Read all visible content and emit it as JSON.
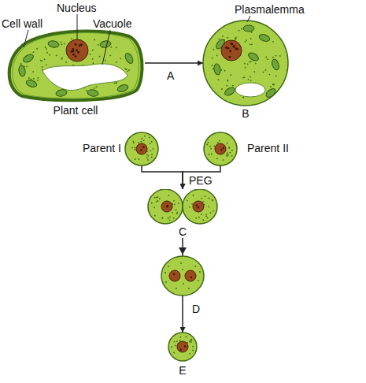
{
  "diagram": {
    "nodes": [
      {
        "text": [
          "Plant cell"
        ]
      },
      {
        "text": [
          "B"
        ]
      },
      {
        "text": [
          "Parent I"
        ]
      },
      {
        "text": [
          "Parent II"
        ]
      },
      {
        "text": [
          "C"
        ]
      },
      {
        "text": [
          "E"
        ]
      }
    ],
    "edges": [
      {
        "from": 0,
        "to": 1,
        "arrow": "to",
        "label": "A"
      },
      {
        "from": 2,
        "to": 4,
        "arrow": "to",
        "label": "PEG"
      },
      {
        "from": 3,
        "to": 4,
        "arrow": "to"
      },
      {
        "from": 4,
        "to": 5,
        "arrow": "to",
        "label": "D"
      }
    ],
    "labels": [
      "Nucleus",
      "Cell wall",
      "Vacuole",
      "Plasmalemma"
    ]
  }
}
